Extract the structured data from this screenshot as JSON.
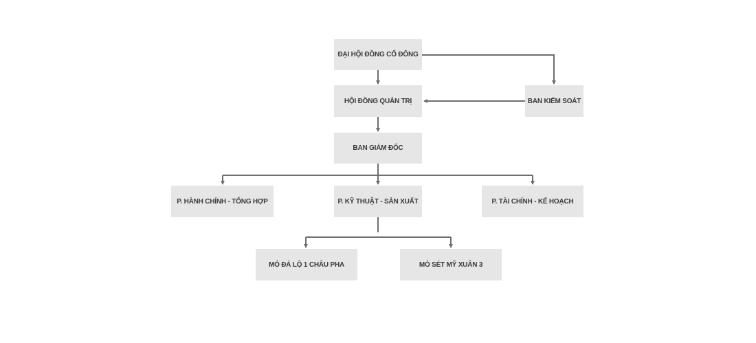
{
  "nodes": {
    "shareholders": "ĐẠI HỘI ĐỒNG CỔ ĐÔNG",
    "board": "HỘI ĐỒNG QUẢN TRỊ",
    "supervisory": "BAN KIỂM SOÁT",
    "directors": "BAN GIÁM ĐỐC",
    "admin": "P. HÀNH CHÍNH - TỔNG HỢP",
    "technical": "P. KỸ THUẬT - SẢN XUẤT",
    "finance": "P. TÀI CHÍNH - KẾ HOẠCH",
    "quarry": "MỎ ĐÁ LỘ 1 CHÂU PHA",
    "clay_mine": "MỎ SÉT MỸ XUÂN 3"
  },
  "colors": {
    "box": "#e6e6e6",
    "line": "#6d6d6d",
    "text": "#3a3a3a"
  }
}
